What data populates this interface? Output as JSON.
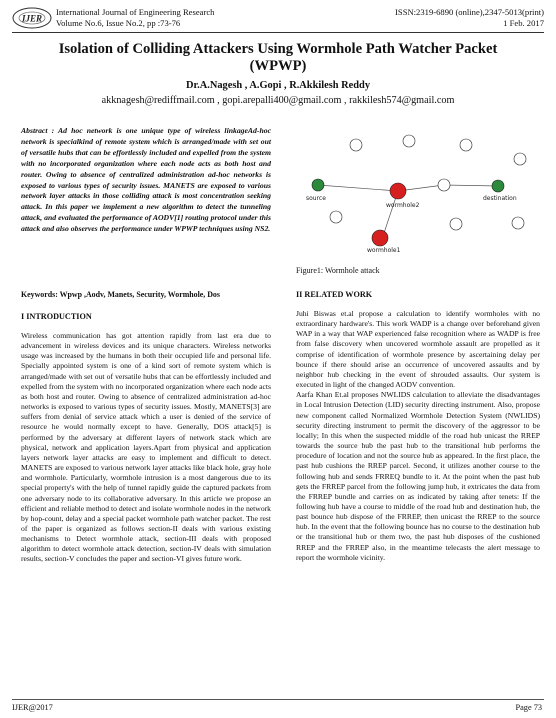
{
  "header": {
    "logo_text": "IJER",
    "journal": "International Journal of Engineering Research",
    "volume": "Volume No.6, Issue No.2, pp :73-76",
    "issn": "ISSN:2319-6890 (online),2347-5013(print)",
    "date": "1 Feb. 2017"
  },
  "paper": {
    "title_line1": "Isolation of Colliding Attackers Using Wormhole Path Watcher Packet",
    "title_line2": "(WPWP)",
    "authors": "Dr.A.Nagesh , A.Gopi , R.Akkilesh Reddy",
    "emails": "akknagesh@rediffmail.com , gopi.arepalli400@gmail.com , rakkilesh574@gmail.com"
  },
  "abstract": "Abstract : Ad hoc network is one unique type of wireless linkageAd-hoc network is specialkind of remote system which is arranged/made with set out of versatile hubs that can be effortlessly included and expelled from the system with no incorporated organization where each node acts as both host and router. Owing to absence of centralized administration ad-hoc networks is exposed to various types of security issues. MANETS are exposed to various network layer attacks in those colliding attack is most concentration seeking attack. In this paper we implement a new algorithm to detect the tunneling attack, and evaluated the performance of AODV[1] routing protocol under this attack and also observes the performance under WPWP techniques using NS2.",
  "keywords": "Keywords: Wpwp ,Aodv, Manets, Security, Wormhole, Dos",
  "section1": {
    "heading": "I INTRODUCTION",
    "body": "Wireless communication has got attention rapidly from last era due to advancement in wireless devices and its unique characters. Wireless networks usage was increased by the humans in both their occupied life and personal life. Specially appointed system is one of a kind sort of remote system which is arranged/made with set out of versatile hubs that can be effortlessly included and expelled from the system with no incorporated organization where each node acts as both host and router. Owing to absence of centralized administration ad-hoc networks is exposed to various types of security issues. Mostly, MANETS[3] are suffers from denial of service attack which a user is denied of the service of resource he would normally except to have. Generally, DOS attack[5] is performed by the adversary at different layers of network stack which are physical, network and application layers.Apart from physical and application layers network layer attacks are easy to implement and difficult to detect. MANETS are exposed to various network layer attacks like black hole, gray hole and wormhole. Particularly, wormhole intrusion is a most dangerous due to its special property's with the help of tunnel rapidly guide the captured packets from one adversary node to its collaborative adversary. In this article we propose an efficient and reliable method to detect and isolate wormhole nodes in the network by hop-count, delay and a special packet wormhole path watcher packet. The rest of the paper is organized as follows section-II deals with various existing mechanisms to Detect wormhole attack, section-III deals with proposed algorithm to detect wormhole attack detection, section-IV deals with simulation results, section-V concludes the paper and section-VI gives future work."
  },
  "figure": {
    "labels": {
      "source": "source",
      "wormhole1": "wormhole1",
      "wormhole2": "wormhole2",
      "destination": "destination"
    },
    "caption": "Figure1: Wormhole attack",
    "colors": {
      "source_node": "#2c8a3c",
      "wormhole_node": "#d62020",
      "destination_node": "#2c8a3c",
      "plain_node": "#ffffff"
    }
  },
  "section2": {
    "heading": "II RELATED WORK",
    "para1": "Juhi Biswas et.al propose a calculation to identify wormholes with no extraordinary hardware's. This work WADP is a change over beforehand given WAP in a way that WAP experienced false recognition where as WADP is free from false discovery when uncovered wormhole assault are propelled as it comprise of identification of wormhole presence by ascertaining delay per bounce if there should arise an occurrence of uncovered assaults and by neighbor hub checking in the event of shrouded assaults. Our system is executed in light of the changed AODV convention.",
    "para2": "Aarfa Khan Et.al proposes NWLIDS calculation to alleviate the disadvantages in Local Intrusion Detection (LID) security directing instrument. Also, propose new component called Normalized Wormhole Detection System (NWLIDS) security directing instrument to permit the discovery of the aggressor to be locally; In this when the suspected middle of the road hub unicast the RREP towards the source hub the past hub to the transitional hub performs the procedure of location and not the source hub as appeared. In the first place, the past hub cushions the RREP parcel. Second, it utilizes another course to the following hub and sends FRREQ bundle to it. At the point when the past hub gets the FRREP parcel from the following jump hub, it extricates the data from the FRREP bundle and carries on as indicated by taking after tenets: If the following hub have a course to middle of the road hub and destination hub, the past bounce hub dispose of the FRREP, then unicast the RREP to the source hub. In the event that the following bounce has no course to the destination hub or the transitional hub or them two, the past hub disposes of the cushioned RREP and the FRREP also, in the meantime telecasts the alert message to report the wormhole vicinity."
  },
  "footer": {
    "left": "IJER@2017",
    "right": "Page 73"
  }
}
